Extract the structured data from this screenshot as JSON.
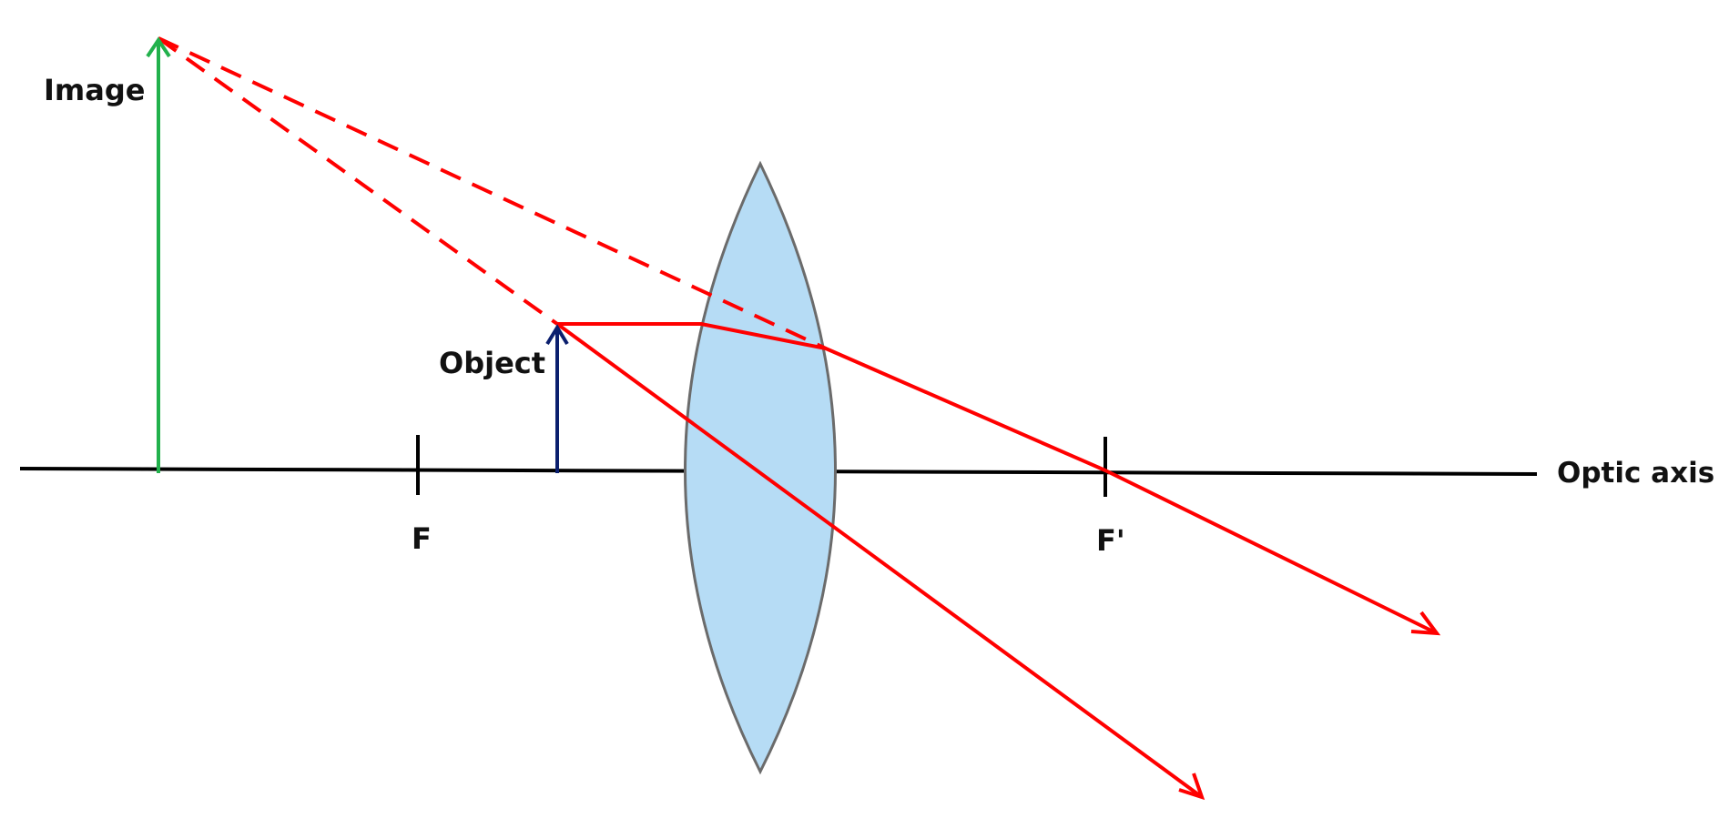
{
  "labels": {
    "image": "Image",
    "object": "Object",
    "optic_axis": "Optic axis",
    "focal_left": "F",
    "focal_right": "F'"
  },
  "colors": {
    "axis": "#000000",
    "lens_fill": "#b6dcf5",
    "lens_stroke": "#6b6b6b",
    "ray": "#ff0000",
    "object_arrow": "#0b1f6e",
    "image_arrow": "#22b14c"
  }
}
